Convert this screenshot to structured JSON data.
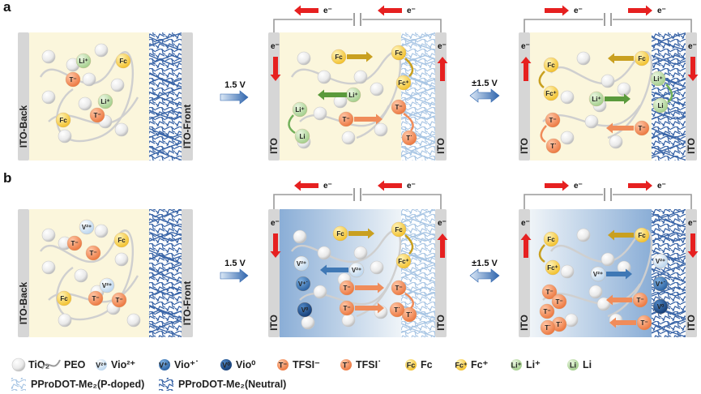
{
  "figure": {
    "panel_labels": [
      "a",
      "b"
    ],
    "electrode_labels": {
      "back": "ITO-Back",
      "front": "ITO-Front",
      "short": "ITO"
    },
    "voltage_labels": {
      "forward": "1.5 V",
      "switch": "±1.5 V"
    },
    "electron_label": "e⁻",
    "ion_labels": {
      "li_plus": "Li⁺",
      "li": "Li",
      "fc": "Fc",
      "fc_plus": "Fc⁺",
      "t_minus": "T⁻",
      "t_dot": "T˙",
      "v2": "V²⁺",
      "v1": "V⁺˙",
      "v0": "V⁰"
    }
  },
  "legend": {
    "row1": [
      {
        "icon": "tio2-icon",
        "label": "TiO₂"
      },
      {
        "icon": "peo-icon",
        "label": "PEO"
      },
      {
        "icon": "vio2-icon",
        "icon_text": "V²⁺",
        "label": "Vio²⁺"
      },
      {
        "icon": "vio1-icon",
        "icon_text": "V⁺˙",
        "label": "Vio⁺˙"
      },
      {
        "icon": "vio0-icon",
        "icon_text": "V⁰",
        "label": "Vio⁰"
      },
      {
        "icon": "tfsi-anion-icon",
        "icon_text": "T⁻",
        "label": "TFSI⁻"
      },
      {
        "icon": "tfsi-radical-icon",
        "icon_text": "T˙",
        "label": "TFSI˙"
      },
      {
        "icon": "fc-icon",
        "icon_text": "Fc",
        "label": "Fc"
      },
      {
        "icon": "fc-plus-icon",
        "icon_text": "Fc⁺",
        "label": "Fc⁺"
      },
      {
        "icon": "li-plus-icon",
        "icon_text": "Li⁺",
        "label": "Li⁺"
      },
      {
        "icon": "li-icon",
        "icon_text": "Li",
        "label": "Li"
      }
    ],
    "row2": [
      {
        "icon": "pprodot-pdoped-icon",
        "label": "PProDOT-Me₂(P-doped)"
      },
      {
        "icon": "pprodot-neutral-icon",
        "label": "PProDOT-Me₂(Neutral)"
      }
    ]
  },
  "colors": {
    "electrolyte_bg": "#fbf6dc",
    "vio_blue": "#3f78b5",
    "tfsi_orange": "#f08c5a",
    "fc_yellow": "#f5cc4a",
    "li_green": "#b9dba7",
    "electron_arrow_red": "#e62020",
    "pprodot_neutral": "#3b66a8",
    "pprodot_pdoped": "#a9c6e4"
  }
}
